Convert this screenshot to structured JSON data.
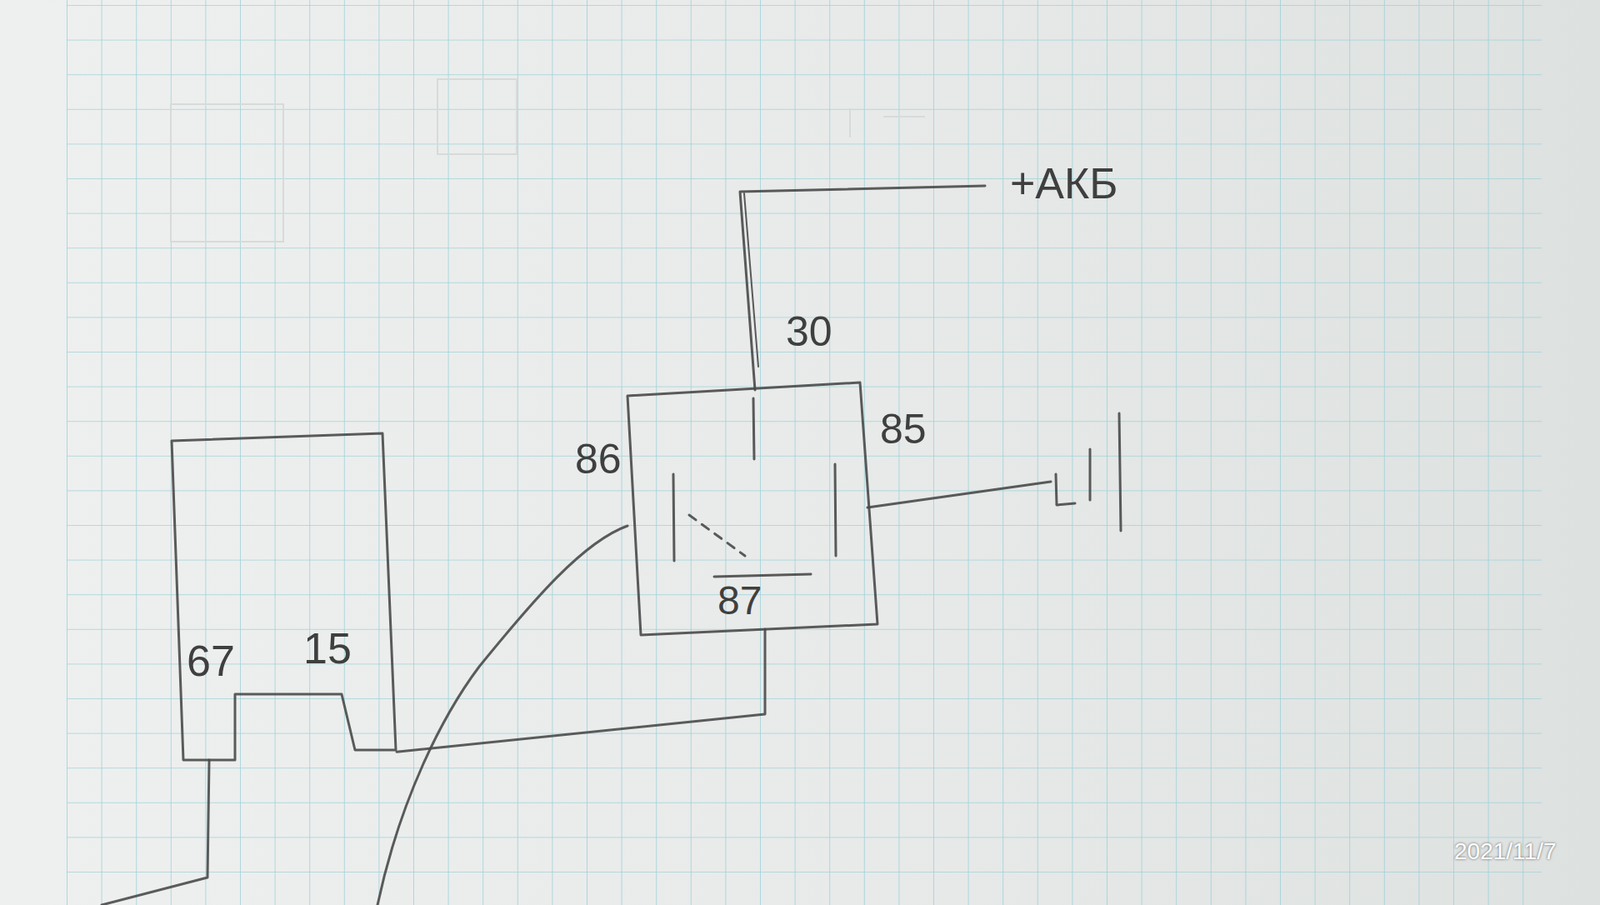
{
  "diagram": {
    "nodes": [
      {
        "text": [
          "67",
          "15"
        ]
      },
      {
        "text": [
          "87"
        ]
      }
    ],
    "edges": [
      {
        "from": 1,
        "to": 0,
        "arrow": "none"
      }
    ],
    "labels": [
      "+АКБ",
      "30",
      "86",
      "85",
      "2021/11/7"
    ]
  }
}
